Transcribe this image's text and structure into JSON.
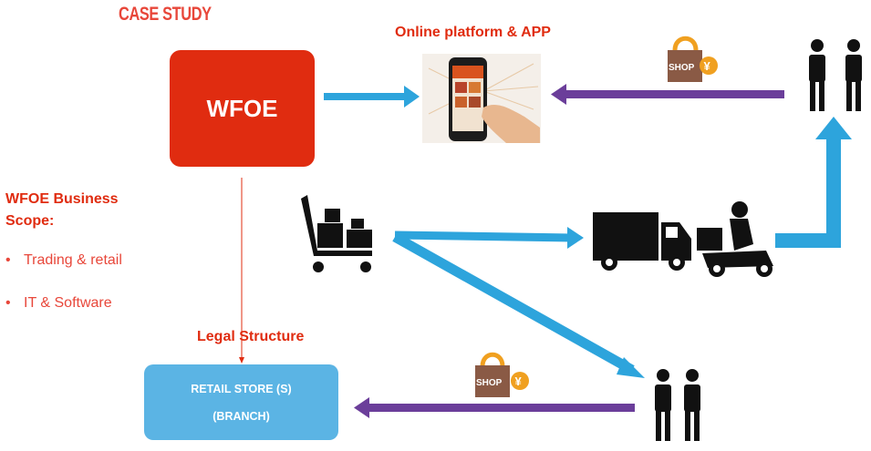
{
  "title": "CASE STUDY",
  "wfoe_label": "WFOE",
  "online_label": "Online platform & APP",
  "scope": {
    "heading_line1": "WFOE Business",
    "heading_line2": "Scope:",
    "items": [
      "Trading & retail",
      "IT & Software"
    ]
  },
  "legal_label": "Legal Structure",
  "retail": {
    "line1": "RETAIL STORE (S)",
    "line2": "(BRANCH)"
  },
  "shop_bag_text": "SHOP",
  "currency_symbol": "¥",
  "colors": {
    "red": "#e02c10",
    "blue": "#2da4dc",
    "purple": "#6b3e9a",
    "light_blue": "#5bb4e4",
    "orange": "#f0a020"
  }
}
